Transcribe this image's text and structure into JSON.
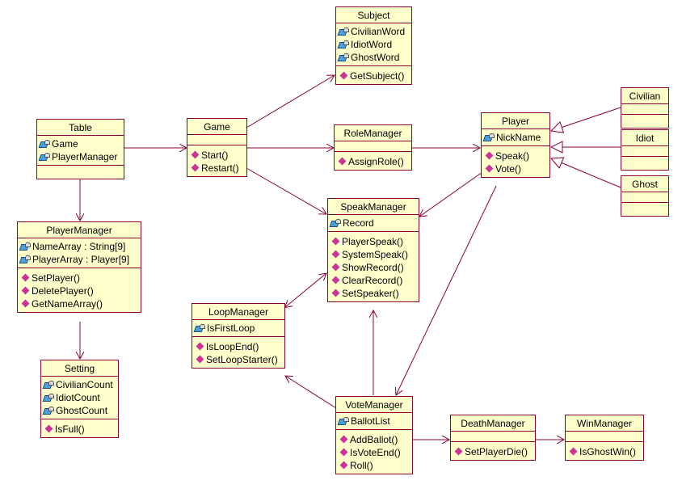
{
  "classes": {
    "subject": {
      "name": "Subject",
      "attrs": [
        "CivilianWord",
        "IdiotWord",
        "GhostWord"
      ],
      "ops": [
        "GetSubject()"
      ]
    },
    "table": {
      "name": "Table",
      "attrs": [
        "Game",
        "PlayerManager"
      ],
      "ops": []
    },
    "game": {
      "name": "Game",
      "attrs": [],
      "ops": [
        "Start()",
        "Restart()"
      ]
    },
    "rolemanager": {
      "name": "RoleManager",
      "attrs": [],
      "ops": [
        "AssignRole()"
      ]
    },
    "player": {
      "name": "Player",
      "attrs": [
        "NickName"
      ],
      "ops": [
        "Speak()",
        "Vote()"
      ]
    },
    "civilian": {
      "name": "Civilian",
      "attrs": [],
      "ops": []
    },
    "idiot": {
      "name": "Idiot",
      "attrs": [],
      "ops": []
    },
    "ghost": {
      "name": "Ghost",
      "attrs": [],
      "ops": []
    },
    "speakmanager": {
      "name": "SpeakManager",
      "attrs": [
        "Record"
      ],
      "ops": [
        "PlayerSpeak()",
        "SystemSpeak()",
        "ShowRecord()",
        "ClearRecord()",
        "SetSpeaker()"
      ]
    },
    "playermanager": {
      "name": "PlayerManager",
      "attrs": [
        "NameArray : String[9]",
        "PlayerArray : Player[9]"
      ],
      "ops": [
        "SetPlayer()",
        "DeletePlayer()",
        "GetNameArray()"
      ]
    },
    "loopmanager": {
      "name": "LoopManager",
      "attrs": [
        "IsFirstLoop"
      ],
      "ops": [
        "IsLoopEnd()",
        "SetLoopStarter()"
      ]
    },
    "setting": {
      "name": "Setting",
      "attrs": [
        "CivilianCount",
        "IdiotCount",
        "GhostCount"
      ],
      "ops": [
        "IsFull()"
      ]
    },
    "votemanager": {
      "name": "VoteManager",
      "attrs": [
        "BallotList"
      ],
      "ops": [
        "AddBallot()",
        "IsVoteEnd()",
        "Roll()"
      ]
    },
    "deathmanager": {
      "name": "DeathManager",
      "attrs": [],
      "ops": [
        "SetPlayerDie()"
      ]
    },
    "winmanager": {
      "name": "WinManager",
      "attrs": [],
      "ops": [
        "IsGhostWin()"
      ]
    }
  },
  "colors": {
    "fill": "#ffffcc",
    "line": "#8b0033",
    "method_icon": "#cc3399",
    "attr_icon": "#4aa0d8"
  },
  "edges": [
    {
      "from": "game",
      "to": "subject",
      "kind": "association"
    },
    {
      "from": "table",
      "to": "game",
      "kind": "association"
    },
    {
      "from": "game",
      "to": "rolemanager",
      "kind": "association"
    },
    {
      "from": "rolemanager",
      "to": "player",
      "kind": "association"
    },
    {
      "from": "game",
      "to": "speakmanager",
      "kind": "association"
    },
    {
      "from": "player",
      "to": "speakmanager",
      "kind": "association"
    },
    {
      "from": "player",
      "to": "votemanager",
      "kind": "association"
    },
    {
      "from": "table",
      "to": "playermanager",
      "kind": "association"
    },
    {
      "from": "playermanager",
      "to": "setting",
      "kind": "association"
    },
    {
      "from": "votemanager",
      "to": "speakmanager",
      "kind": "association"
    },
    {
      "from": "votemanager",
      "to": "loopmanager",
      "kind": "association"
    },
    {
      "from": "loopmanager",
      "to": "speakmanager",
      "kind": "bidirectional"
    },
    {
      "from": "votemanager",
      "to": "deathmanager",
      "kind": "association"
    },
    {
      "from": "deathmanager",
      "to": "winmanager",
      "kind": "association"
    },
    {
      "from": "civilian",
      "to": "player",
      "kind": "generalization"
    },
    {
      "from": "idiot",
      "to": "player",
      "kind": "generalization"
    },
    {
      "from": "ghost",
      "to": "player",
      "kind": "generalization"
    }
  ]
}
